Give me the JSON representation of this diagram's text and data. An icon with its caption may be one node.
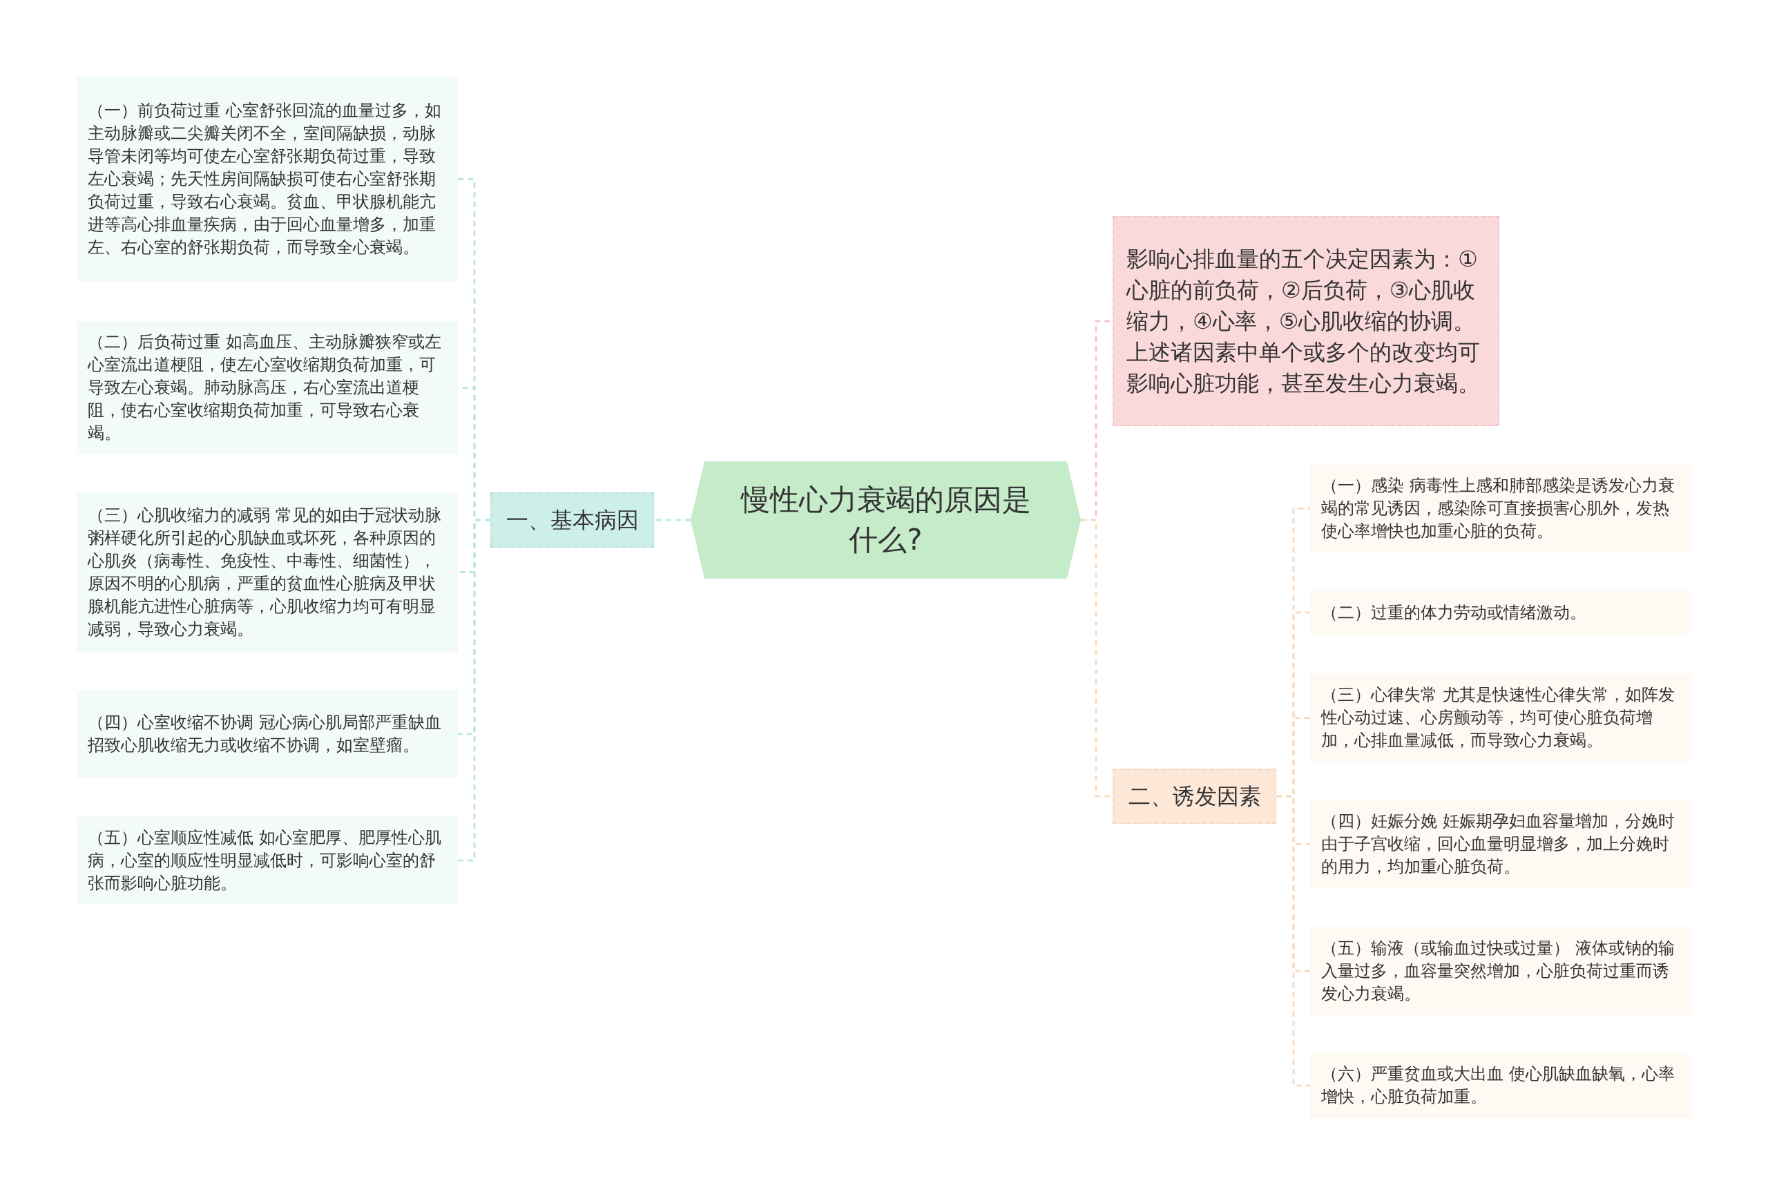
{
  "diagram": {
    "nodes": [
      {
        "text": [
          "慢性心力衰竭的原因是什么?"
        ]
      },
      {
        "text": [
          "一、基本病因"
        ]
      },
      {
        "text": [
          "（一）前负荷过重 心室舒张回流的血量过多，如主动脉瓣或二尖瓣关闭不全，室间隔缺损，动脉导管未闭等均可使左心室舒张期负荷过重，导致左心衰竭；先天性房间隔缺损可使右心室舒张期负荷过重，导致右心衰竭。贫血、甲状腺机能亢进等高心排血量疾病，由于回心血量增多，加重左、右心室的舒张期负荷，而导致全心衰竭。"
        ]
      },
      {
        "text": [
          "（二）后负荷过重 如高血压、主动脉瓣狭窄或左心室流出道梗阻，使左心室收缩期负荷加重，可导致左心衰竭。肺动脉高压，右心室流出道梗阻，使右心室收缩期负荷加重，可导致右心衰竭。"
        ]
      },
      {
        "text": [
          "（三）心肌收缩力的减弱 常见的如由于冠状动脉粥样硬化所引起的心肌缺血或坏死，各种原因的心肌炎（病毒性、免疫性、中毒性、细菌性），原因不明的心肌病，严重的贫血性心脏病及甲状腺机能亢进性心脏病等，心肌收缩力均可有明显减弱，导致心力衰竭。"
        ]
      },
      {
        "text": [
          "（四）心室收缩不协调 冠心病心肌局部严重缺血招致心肌收缩无力或收缩不协调，如室壁瘤。"
        ]
      },
      {
        "text": [
          "（五）心室顺应性减低 如心室肥厚、肥厚性心肌病，心室的顺应性明显减低时，可影响心室的舒张而影响心脏功能。"
        ]
      },
      {
        "text": [
          "影响心排血量的五个决定因素为：①心脏的前负荷，②后负荷，③心肌收缩力，④心率，⑤心肌收缩的协调。上述诸因素中单个或多个的改变均可影响心脏功能，甚至发生心力衰竭。"
        ]
      },
      {
        "text": [
          "二、诱发因素"
        ]
      },
      {
        "text": [
          "（一）感染 病毒性上感和肺部感染是诱发心力衰竭的常见诱因，感染除可直接损害心肌外，发热使心率增快也加重心脏的负荷。"
        ]
      },
      {
        "text": [
          "（二）过重的体力劳动或情绪激动。"
        ]
      },
      {
        "text": [
          "（三）心律失常 尤其是快速性心律失常，如阵发性心动过速、心房颤动等，均可使心脏负荷增加，心排血量减低，而导致心力衰竭。"
        ]
      },
      {
        "text": [
          "（四）妊娠分娩 妊娠期孕妇血容量增加，分娩时由于子宫收缩，回心血量明显增多，加上分娩时的用力，均加重心脏负荷。"
        ]
      },
      {
        "text": [
          "（五）输液（或输血过快或过量） 液体或钠的输入量过多，血容量突然增加，心脏负荷过重而诱发心力衰竭。"
        ]
      },
      {
        "text": [
          "（六）严重贫血或大出血 使心肌缺血缺氧，心率增快，心脏负荷加重。"
        ]
      }
    ],
    "edges": [
      {
        "from": 0,
        "to": 1,
        "arrow": "none",
        "style": "dashed",
        "color": "#bfe6e1"
      },
      {
        "from": 1,
        "to": 2,
        "arrow": "none",
        "style": "dashed",
        "color": "#bfe6e1"
      },
      {
        "from": 1,
        "to": 3,
        "arrow": "none",
        "style": "dashed",
        "color": "#bfe6e1"
      },
      {
        "from": 1,
        "to": 4,
        "arrow": "none",
        "style": "dashed",
        "color": "#bfe6e1"
      },
      {
        "from": 1,
        "to": 5,
        "arrow": "none",
        "style": "dashed",
        "color": "#bfe6e1"
      },
      {
        "from": 1,
        "to": 6,
        "arrow": "none",
        "style": "dashed",
        "color": "#bfe6e1"
      },
      {
        "from": 0,
        "to": 7,
        "arrow": "none",
        "style": "dashed",
        "color": "#f5c6c8"
      },
      {
        "from": 0,
        "to": 8,
        "arrow": "none",
        "style": "dashed",
        "color": "#f8dcc4"
      },
      {
        "from": 8,
        "to": 9,
        "arrow": "none",
        "style": "dashed",
        "color": "#f8dcc4"
      },
      {
        "from": 8,
        "to": 10,
        "arrow": "none",
        "style": "dashed",
        "color": "#f8dcc4"
      },
      {
        "from": 8,
        "to": 11,
        "arrow": "none",
        "style": "dashed",
        "color": "#f8dcc4"
      },
      {
        "from": 8,
        "to": 12,
        "arrow": "none",
        "style": "dashed",
        "color": "#f8dcc4"
      },
      {
        "from": 8,
        "to": 13,
        "arrow": "none",
        "style": "dashed",
        "color": "#f8dcc4"
      },
      {
        "from": 8,
        "to": 14,
        "arrow": "none",
        "style": "dashed",
        "color": "#f8dcc4"
      }
    ]
  }
}
